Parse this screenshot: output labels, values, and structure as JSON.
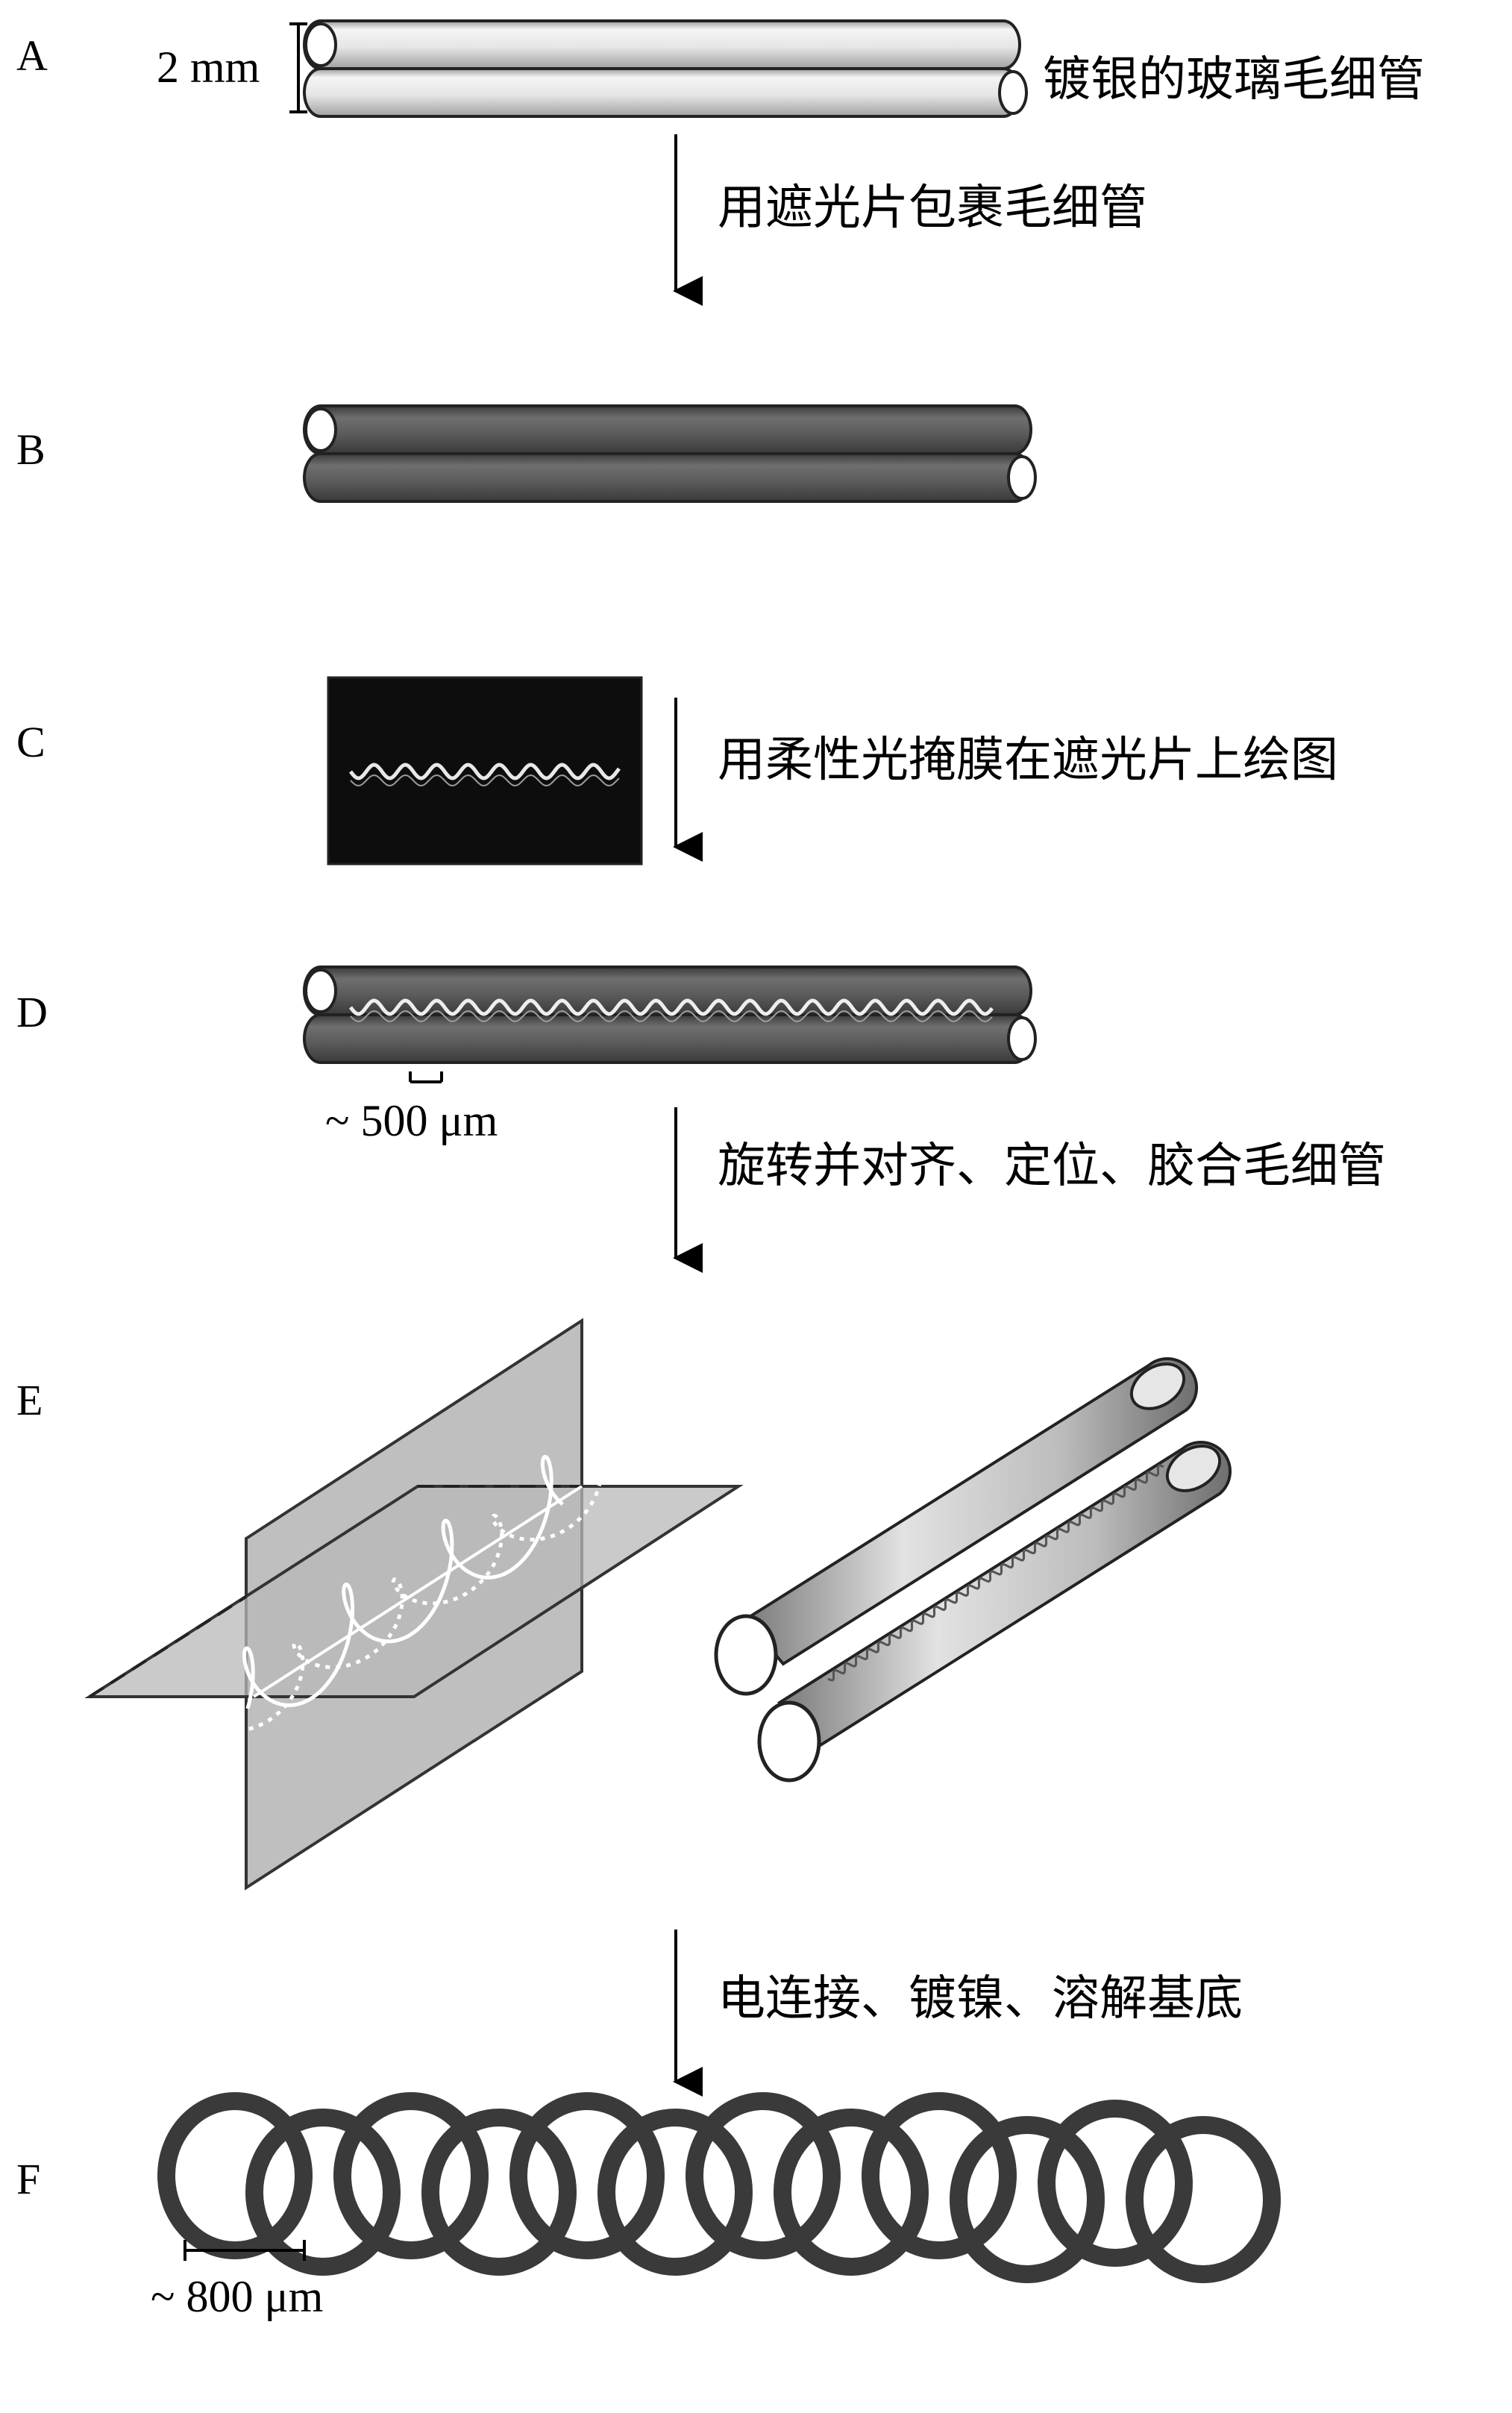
{
  "panels": {
    "a": "A",
    "b": "B",
    "c": "C",
    "d": "D",
    "e": "E",
    "f": "F"
  },
  "labels": {
    "capillary_diameter": "2 mm",
    "capillary_name": "镀银的玻璃毛细管",
    "wave_period": "~ 500 μm",
    "ring_size": "~ 800 μm"
  },
  "steps": {
    "step_1": "用遮光片包裹毛细管",
    "step_2": "用柔性光掩膜在遮光片上绘图",
    "step_3": "旋转并对齐、定位、胶合毛细管",
    "step_4": "电连接、镀镍、溶解基底"
  },
  "colors": {
    "silver_tube_light": "#ededed",
    "silver_tube_dark": "#bdbdbd",
    "wrapped_tube": "#5d5d5d",
    "mask_background": "#0d0d0d",
    "plane": "#a9a9a9",
    "ring": "#3a3a3a"
  }
}
